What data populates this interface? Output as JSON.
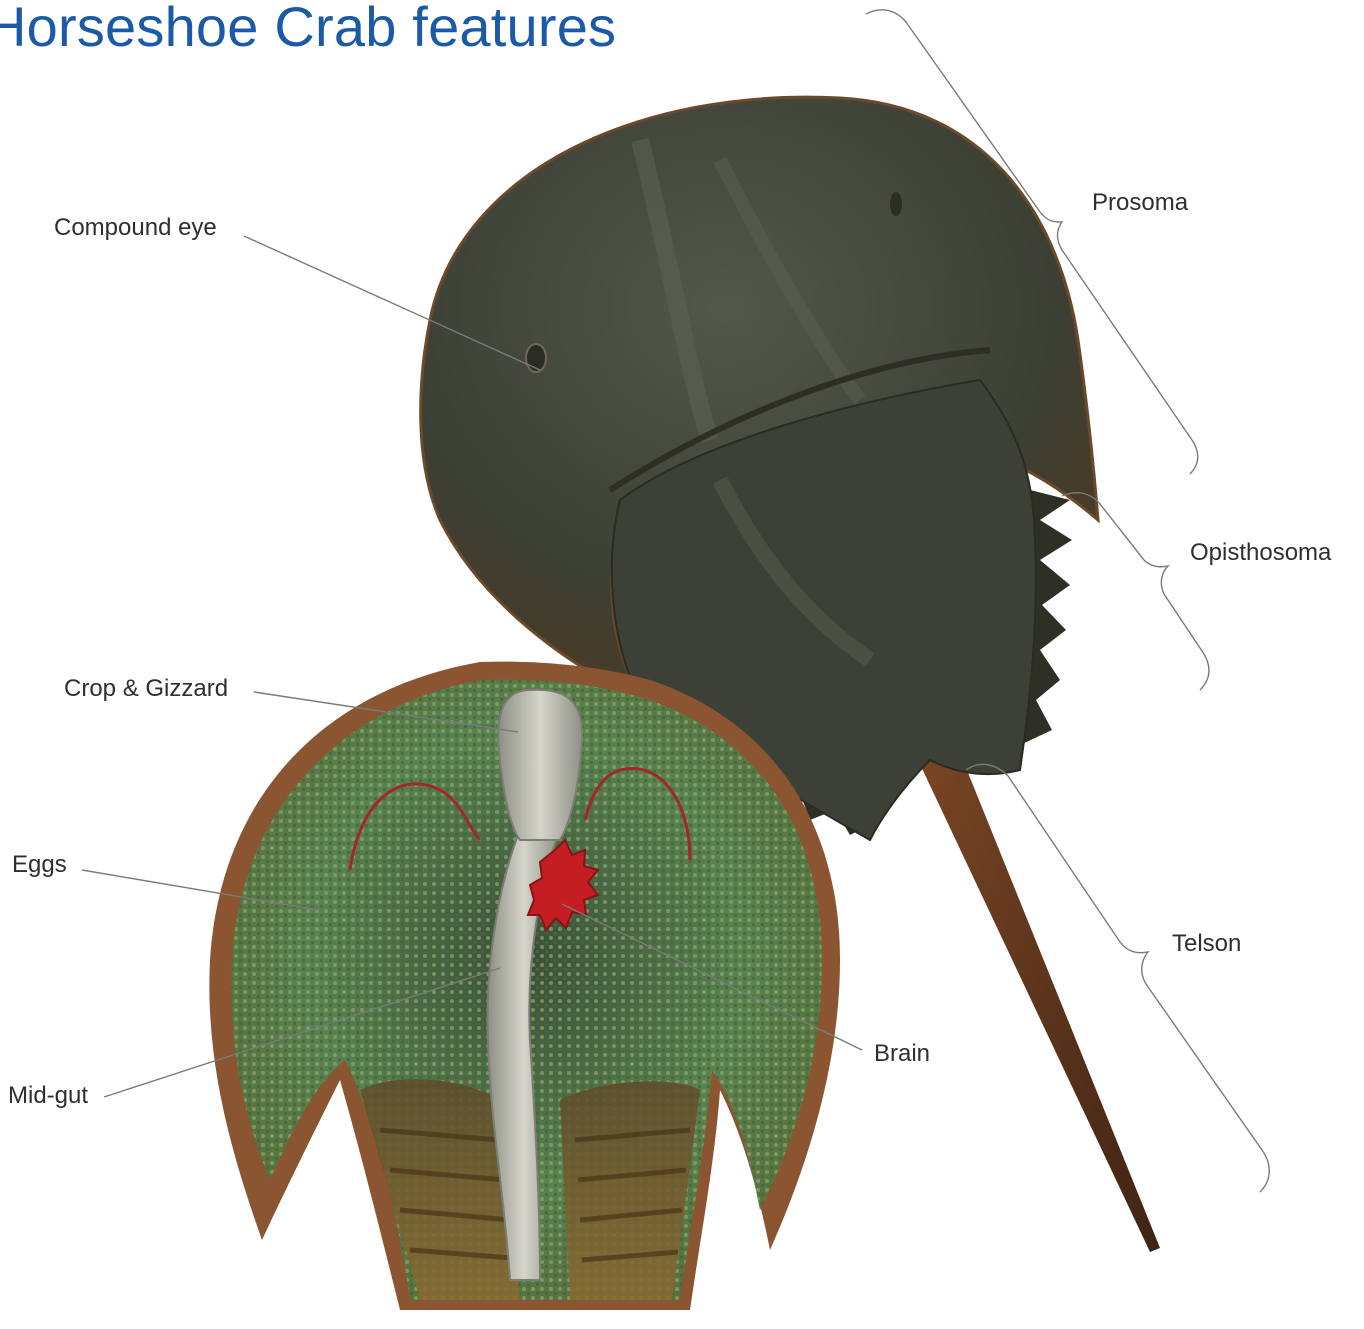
{
  "title": "Horseshoe Crab features",
  "labels": {
    "compound_eye": "Compound eye",
    "crop_gizzard": "Crop & Gizzard",
    "eggs": "Eggs",
    "mid_gut": "Mid-gut",
    "brain": "Brain",
    "prosoma": "Prosoma",
    "opisthosoma": "Opisthosoma",
    "telson": "Telson"
  },
  "colors": {
    "title": "#1b5aa6",
    "label_text": "#2f2f2f",
    "leader_line": "#7a7a7a",
    "carapace": "#3f4236",
    "shell_edge": "#7d4a22",
    "eggs": "#5f8a52",
    "gut": "#b9b9ad",
    "brain": "#c41e24"
  }
}
